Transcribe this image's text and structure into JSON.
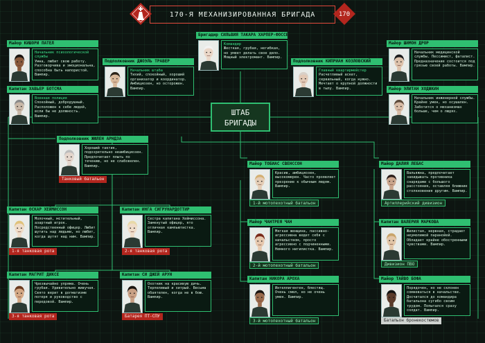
{
  "title": "170-Я МЕХАНИЗИРОВАННАЯ БРИГАДА",
  "emblem_right_text": "170",
  "hq": {
    "line1": "ШТАБ",
    "line2": "БРИГАДЫ"
  },
  "colors": {
    "accent": "#2fbf71",
    "red": "#b3261e",
    "title_border": "#e0473b",
    "bg": "#0d1511"
  },
  "officers": [
    {
      "id": "patel",
      "header": "Майор КИШОРИ ПАТЕЛ",
      "role": "Начальник психологической службы",
      "text": "Умна, любит свою работу. Разговорчива и эмоциональна, способна быть напористой. Вампир.",
      "unit": "",
      "unit_style": "",
      "skin": "#8a5a3c",
      "hair": "#1a1410"
    },
    {
      "id": "botsma",
      "header": "Капитан ХАВЬЕР БОТСМА",
      "role": "Военная полиция",
      "text": "Спокойный, добродушный. Расположен к себе людей, если бы не должность. Вампир.",
      "unit": "",
      "unit_style": "",
      "skin": "#c9b8a8",
      "hair": "#8a8a8a"
    },
    {
      "id": "traver",
      "header": "Подполковник ДЖОЭЛЬ ТРАВЕР",
      "role": "Начальник штаба",
      "text": "Тихий, спокойный, хороший организатор и координатор. Амбициозен, но осторожен. Вампир.",
      "unit": "",
      "unit_style": "",
      "skin": "#d8b89a",
      "hair": "#2a2218"
    },
    {
      "id": "harper",
      "header": "Бригадир СИЛЬВИЯ ТАКАРА ХАРПЕР-ФОССЕТ",
      "role": "Командир",
      "text": "Жесткая, грубая, негибкая, но умеет делать свое дело. Мощный электромант. Вампир.",
      "unit": "",
      "unit_style": "",
      "skin": "#ead7c8",
      "hair": "#f2f2f2"
    },
    {
      "id": "kozlovsky",
      "header": "Подполковник КИПРИАН КОЗЛОВСКИЙ",
      "role": "Главный квартирмейстер",
      "text": "Расчетливый аскет, сервильный, когда нужно. Мечтает о крупной должности в тылу. Вампир.",
      "unit": "",
      "unit_style": "",
      "skin": "#e2c9b6",
      "hair": "#d8d0c8"
    },
    {
      "id": "dror",
      "header": "Майор ШИМОН ДРОР",
      "role": "",
      "text": "Начальник медицинской службы. Пессимист, фаталист. Предназначение состоится под грязью своей работы. Вампир.",
      "unit": "",
      "unit_style": "",
      "skin": "#ddc2ab",
      "hair": "#1c1c1c"
    },
    {
      "id": "hodzhkin",
      "header": "Майор ЭЛИТАН ХОДЖКИН",
      "role": "",
      "text": "Начальник инженерной службы. Крайне умен, но осушален. Заботится о механизмах больше, чем о людях.",
      "unit": "",
      "unit_style": "",
      "skin": "#d8bca6",
      "hair": "#5c4a3a"
    },
    {
      "id": "arndza",
      "header": "Подполковник ЖЮЛЕН АРНДЗА",
      "role": "",
      "text": "Хороший тактик, подозрительно неамбициозен. Предпочитает плыть по течению, но не слабовелен. Вампир.",
      "unit": "Танковый батальон",
      "unit_style": "red",
      "skin": "#e4d6cc",
      "hair": "#bdbdbd"
    },
    {
      "id": "svensson",
      "header": "Майор ТОБИАС СВЕНССОН",
      "role": "",
      "text": "Красив, амбициозен, высокомерен. Часто проявляет презрение к обычным людям. Вампир.",
      "unit": "1-й мотопехотный батальон",
      "unit_style": "green",
      "skin": "#e4cdb6",
      "hair": "#d4b072"
    },
    {
      "id": "lebas",
      "header": "Майор ДАЛИЯ ЛЕБАС",
      "role": "",
      "text": "Вальяжна, предпочитает закидывать противника снарядами с большого расстояния, оставляя ближние столкновения другим. Вампир.",
      "unit": "Артиллерийский дивизион",
      "unit_style": "green",
      "skin": "#caa58c",
      "hair": "#2a1d1a"
    },
    {
      "id": "heymisson",
      "header": "Капитан ОСКАР ХЕЙМИССОН",
      "role": "",
      "text": "Молочный, мстительный, азартный игрок. Посредственный офицер. Любит шутить над людьми, но любит, когда шутят над ним. Вампир.",
      "unit": "1-я танковая рота",
      "unit_style": "red",
      "skin": "#efdcc8",
      "hair": "#e0c27a"
    },
    {
      "id": "sigrundottir",
      "header": "Капитан ИНГА СИГРУНАРДОТТИР",
      "role": "",
      "text": "Сестра капитана Хеймиссона. Замкнутый офицер, ято отличная кампьютистка. Вампир.",
      "unit": "2-я танковая рота",
      "unit_style": "red",
      "skin": "#efdcc8",
      "hair": "#e8d9a8"
    },
    {
      "id": "chan",
      "header": "Майор ЧАНТРЕЯ ЧАН",
      "role": "",
      "text": "Мягкая женщина, пассивно-агрессивна ведет себя с начальством, просто агрессивно с подчиненными. Немного нигилистка. Вампир.",
      "unit": "2-й мотопехотный батальон",
      "unit_style": "green",
      "skin": "#e6c8ae",
      "hair": "#7a2a1a"
    },
    {
      "id": "markova",
      "header": "Капитан ВАЛЕРИЯ МАРКОВА",
      "role": "",
      "text": "Жилистая, нервная, страдает неумолимой паранойей. Обладает крайне обостренными чувствами. Вампир.",
      "unit": "Дивизион ПВО",
      "unit_style": "green",
      "skin": "#e2c6a8",
      "hair": "#c9a46a"
    },
    {
      "id": "dikse",
      "header": "Капитан МАГРИТ ДИКСЕ",
      "role": "",
      "text": "Чрезвычайно упряма. Очень грубая. Удивительно живучая. Свято верит в догматизме потеря и руководство с передовой. Вампир.",
      "unit": "3-я танковая рота",
      "unit_style": "red",
      "skin": "#d4a884",
      "hair": "#6a3a1e"
    },
    {
      "id": "arun",
      "header": "Капитан СИ ДЖЕЙ АРУН",
      "role": "",
      "text": "Охотник на красивую дичь. Терпеливый и хитрый. Весьма обаятелен, когда не в бою. Вампир.",
      "unit": "Батарея ПТ-СПУ",
      "unit_style": "red",
      "skin": "#c9a084",
      "hair": "#1a1410"
    },
    {
      "id": "aroha",
      "header": "Капитан НИКОРА АРОХА",
      "role": "",
      "text": "Интеллигентен, блестящ. Очень смел, но не очень умен. Вампир.",
      "unit": "3-й мотопехотный батальон",
      "unit_style": "green",
      "skin": "#9a6a4c",
      "hair": "#1a1410"
    },
    {
      "id": "bofa",
      "header": "Майор ТАЙВО БОФА",
      "role": "",
      "text": "Порядочен, но не склонен сомневаться в начальстве. Досчитался до командира батальона сугибо своим трудом. Попытался сразу солдат. Вампир.",
      "unit": "Батальон бронекостюмов",
      "unit_style": "gray",
      "skin": "#5a3a2a",
      "hair": "#121212"
    }
  ]
}
